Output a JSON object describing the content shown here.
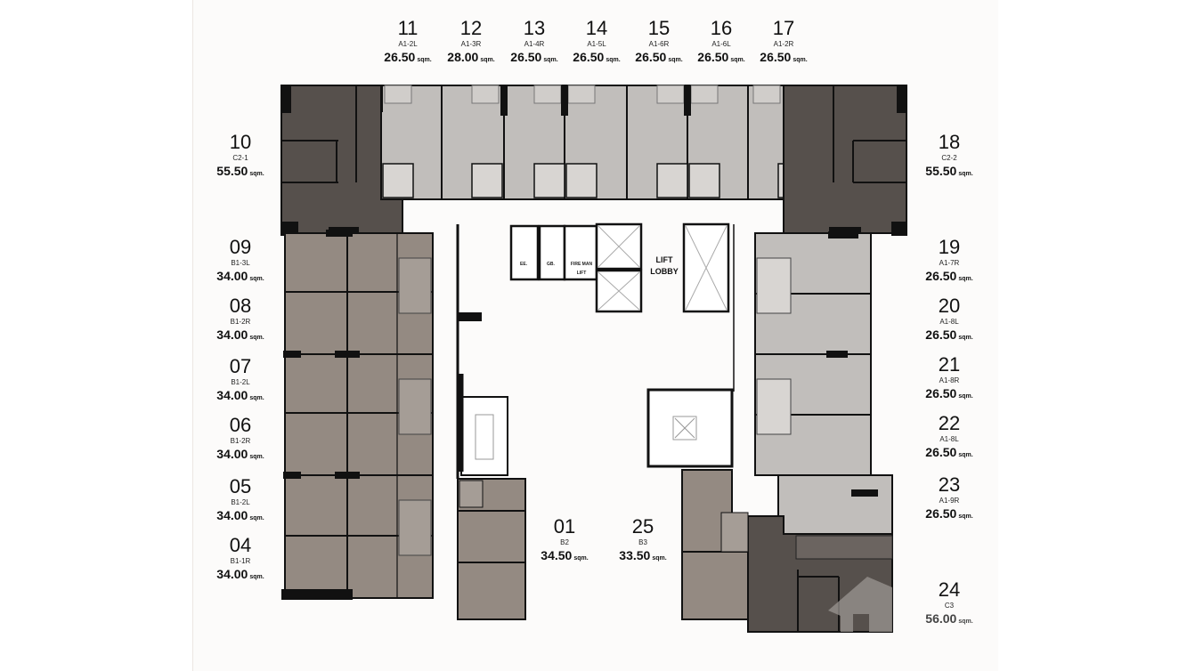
{
  "floorplan": {
    "colors": {
      "type_A": "#c1bebb",
      "type_B": "#948a82",
      "type_C": "#56504c",
      "wall": "#111111",
      "corridor": "#ffffff",
      "background": "#fcfbfa"
    },
    "core": {
      "lift_lobby_line1": "LIFT",
      "lift_lobby_line2": "LOBBY",
      "fire_man_lift_line1": "FIRE MAN",
      "fire_man_lift_line2": "LIFT",
      "ee_room": "EE.",
      "gb_room": "GB."
    },
    "units": [
      {
        "number": "11",
        "type": "A1-2L",
        "area": "26.50",
        "unit": "sqm."
      },
      {
        "number": "12",
        "type": "A1-3R",
        "area": "28.00",
        "unit": "sqm."
      },
      {
        "number": "13",
        "type": "A1-4R",
        "area": "26.50",
        "unit": "sqm."
      },
      {
        "number": "14",
        "type": "A1-5L",
        "area": "26.50",
        "unit": "sqm."
      },
      {
        "number": "15",
        "type": "A1-6R",
        "area": "26.50",
        "unit": "sqm."
      },
      {
        "number": "16",
        "type": "A1-6L",
        "area": "26.50",
        "unit": "sqm."
      },
      {
        "number": "17",
        "type": "A1-2R",
        "area": "26.50",
        "unit": "sqm."
      },
      {
        "number": "10",
        "type": "C2-1",
        "area": "55.50",
        "unit": "sqm."
      },
      {
        "number": "09",
        "type": "B1-3L",
        "area": "34.00",
        "unit": "sqm."
      },
      {
        "number": "08",
        "type": "B1-2R",
        "area": "34.00",
        "unit": "sqm."
      },
      {
        "number": "07",
        "type": "B1-2L",
        "area": "34.00",
        "unit": "sqm."
      },
      {
        "number": "06",
        "type": "B1-2R",
        "area": "34.00",
        "unit": "sqm."
      },
      {
        "number": "05",
        "type": "B1-2L",
        "area": "34.00",
        "unit": "sqm."
      },
      {
        "number": "04",
        "type": "B1-1R",
        "area": "34.00",
        "unit": "sqm."
      },
      {
        "number": "18",
        "type": "C2-2",
        "area": "55.50",
        "unit": "sqm."
      },
      {
        "number": "19",
        "type": "A1-7R",
        "area": "26.50",
        "unit": "sqm."
      },
      {
        "number": "20",
        "type": "A1-8L",
        "area": "26.50",
        "unit": "sqm."
      },
      {
        "number": "21",
        "type": "A1-8R",
        "area": "26.50",
        "unit": "sqm."
      },
      {
        "number": "22",
        "type": "A1-8L",
        "area": "26.50",
        "unit": "sqm."
      },
      {
        "number": "23",
        "type": "A1-9R",
        "area": "26.50",
        "unit": "sqm."
      },
      {
        "number": "24",
        "type": "C3",
        "area": "56.00",
        "unit": "sqm."
      },
      {
        "number": "01",
        "type": "B2",
        "area": "34.50",
        "unit": "sqm."
      },
      {
        "number": "25",
        "type": "B3",
        "area": "33.50",
        "unit": "sqm."
      }
    ],
    "watermark_icon": "house-logo-icon"
  }
}
